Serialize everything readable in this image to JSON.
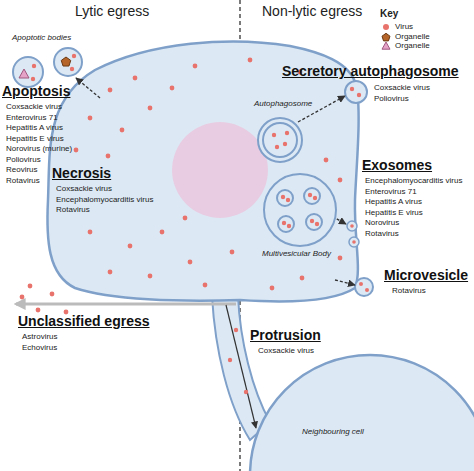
{
  "diagram": {
    "nodes": [
      {
        "text": [
          "Apoptotic bodies"
        ]
      },
      {
        "text": [
          "Autophagosome"
        ]
      },
      {
        "text": [
          "Multivesicular Body"
        ]
      },
      {
        "text": [
          "Neighbouring cell"
        ]
      }
    ],
    "labels": [
      "Lytic egress",
      "Non-lytic egress",
      "Key",
      "Apoptosis",
      "Coxsackie virus",
      "Enterovirus 71",
      "Hepatitis A virus",
      "Hepatitis E virus",
      "Norovirus (murine)",
      "Poliovirus",
      "Reovirus",
      "Rotavirus",
      "Necrosis",
      "Coxsackie virus",
      "Encephalomyocarditis virus",
      "Rotavirus",
      "Unclassified egress",
      "Astrovirus",
      "Echovirus",
      "Secretory autophagosome",
      "Coxsackie virus",
      "Poliovirus",
      "Exosomes",
      "Encephalomyocarditis virus",
      "Enterovirus 71",
      "Hepatitis A virus",
      "Hepatitis E virus",
      "Norovirus",
      "Rotavirus",
      "Microvesicle",
      "Rotavirus",
      "Protrusion",
      "Coxsackie virus"
    ],
    "legend": [
      {
        "text": "Virus",
        "color": "#e8736c"
      },
      {
        "text": "Organelle",
        "color": "#b5652a"
      },
      {
        "text": "Organelle",
        "color": "#e6a3c8"
      }
    ]
  }
}
